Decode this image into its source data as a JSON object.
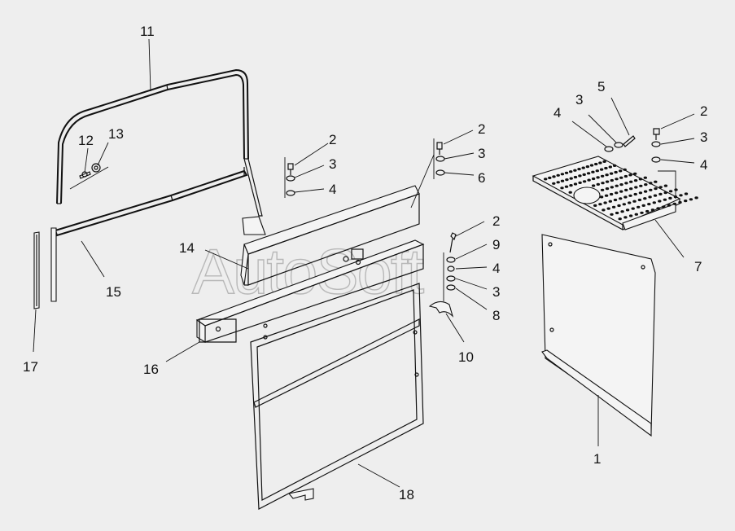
{
  "watermark": "AutoSoft",
  "callouts": {
    "c11": "11",
    "c12": "12",
    "c13": "13",
    "c15": "15",
    "c17": "17",
    "c14": "14",
    "c16": "16",
    "c18": "18",
    "c2a": "2",
    "c3a": "3",
    "c4a": "4",
    "c2b": "2",
    "c3b": "3",
    "c6": "6",
    "c2c": "2",
    "c9": "9",
    "c4c": "4",
    "c3c": "3",
    "c8": "8",
    "c10": "10",
    "c4d": "4",
    "c3d": "3",
    "c5": "5",
    "c2e": "2",
    "c3e": "3",
    "c4e": "4",
    "c7": "7",
    "c1": "1"
  }
}
